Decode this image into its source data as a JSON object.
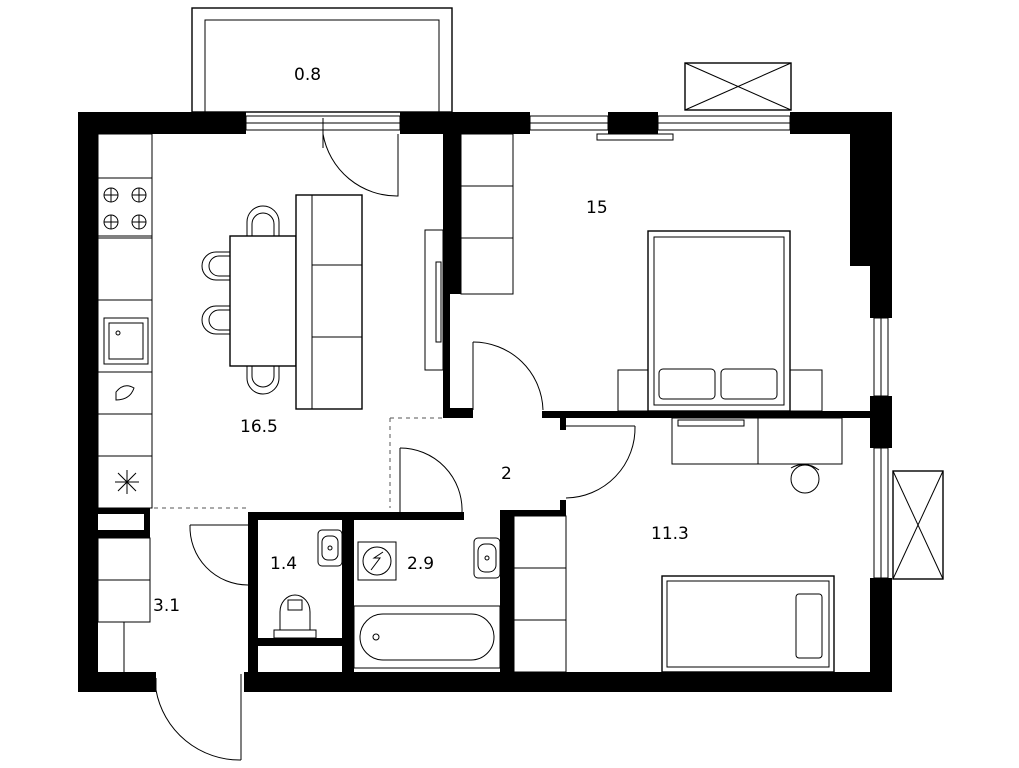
{
  "rooms": {
    "balcony": {
      "area": "0.8"
    },
    "living_kitchen": {
      "area": "16.5"
    },
    "bedroom_large": {
      "area": "15"
    },
    "corridor": {
      "area": "2"
    },
    "bedroom_small": {
      "area": "11.3"
    },
    "toilet": {
      "area": "1.4"
    },
    "bathroom": {
      "area": "2.9"
    },
    "hallway": {
      "area": "3.1"
    }
  }
}
